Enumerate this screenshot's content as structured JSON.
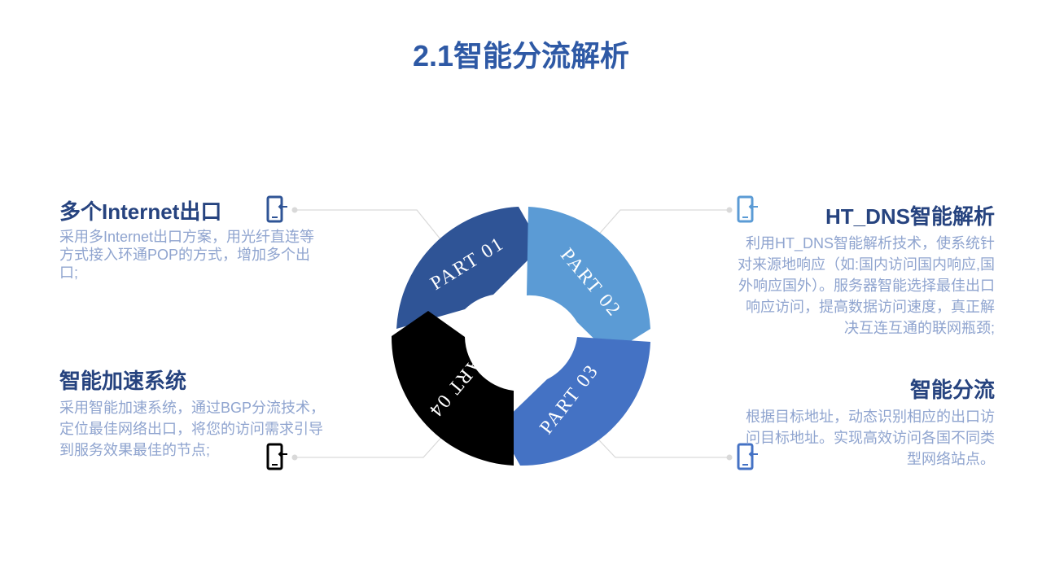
{
  "title": "2.1智能分流解析",
  "colors": {
    "title": "#2e59a5",
    "heading": "#26437f",
    "body_text": "#8fa4cf",
    "part01": "#2f5496",
    "part02": "#5b9bd5",
    "part03": "#4472c4",
    "part04": "#000000",
    "connector": "#d9d9d9"
  },
  "parts": [
    {
      "label": "PART 01"
    },
    {
      "label": "PART 02"
    },
    {
      "label": "PART 03"
    },
    {
      "label": "PART 04"
    }
  ],
  "blocks": {
    "internet": {
      "heading": "多个Internet出口",
      "body": "采用多Internet出口方案，用光纤直连等方式接入环通POP的方式，增加多个出口;",
      "icon": "mobile-phone-icon"
    },
    "dns": {
      "heading": "HT_DNS智能解析",
      "body": "利用HT_DNS智能解析技术，使系统针对来源地响应（如:国内访问国内响应,国外响应国外）。服务器智能选择最佳出口响应访问，提高数据访问速度，真正解决互连互通的联网瓶颈;",
      "icon": "mobile-phone-icon"
    },
    "accelerate": {
      "heading": "智能加速系统",
      "body": "采用智能加速系统，通过BGP分流技术，定位最佳网络出口，将您的访问需求引导到服务效果最佳的节点;",
      "icon": "mobile-phone-icon"
    },
    "split": {
      "heading": "智能分流",
      "body": "根据目标地址，动态识别相应的出口访问目标地址。实现高效访问各国不同类型网络站点。",
      "icon": "mobile-phone-icon"
    }
  }
}
